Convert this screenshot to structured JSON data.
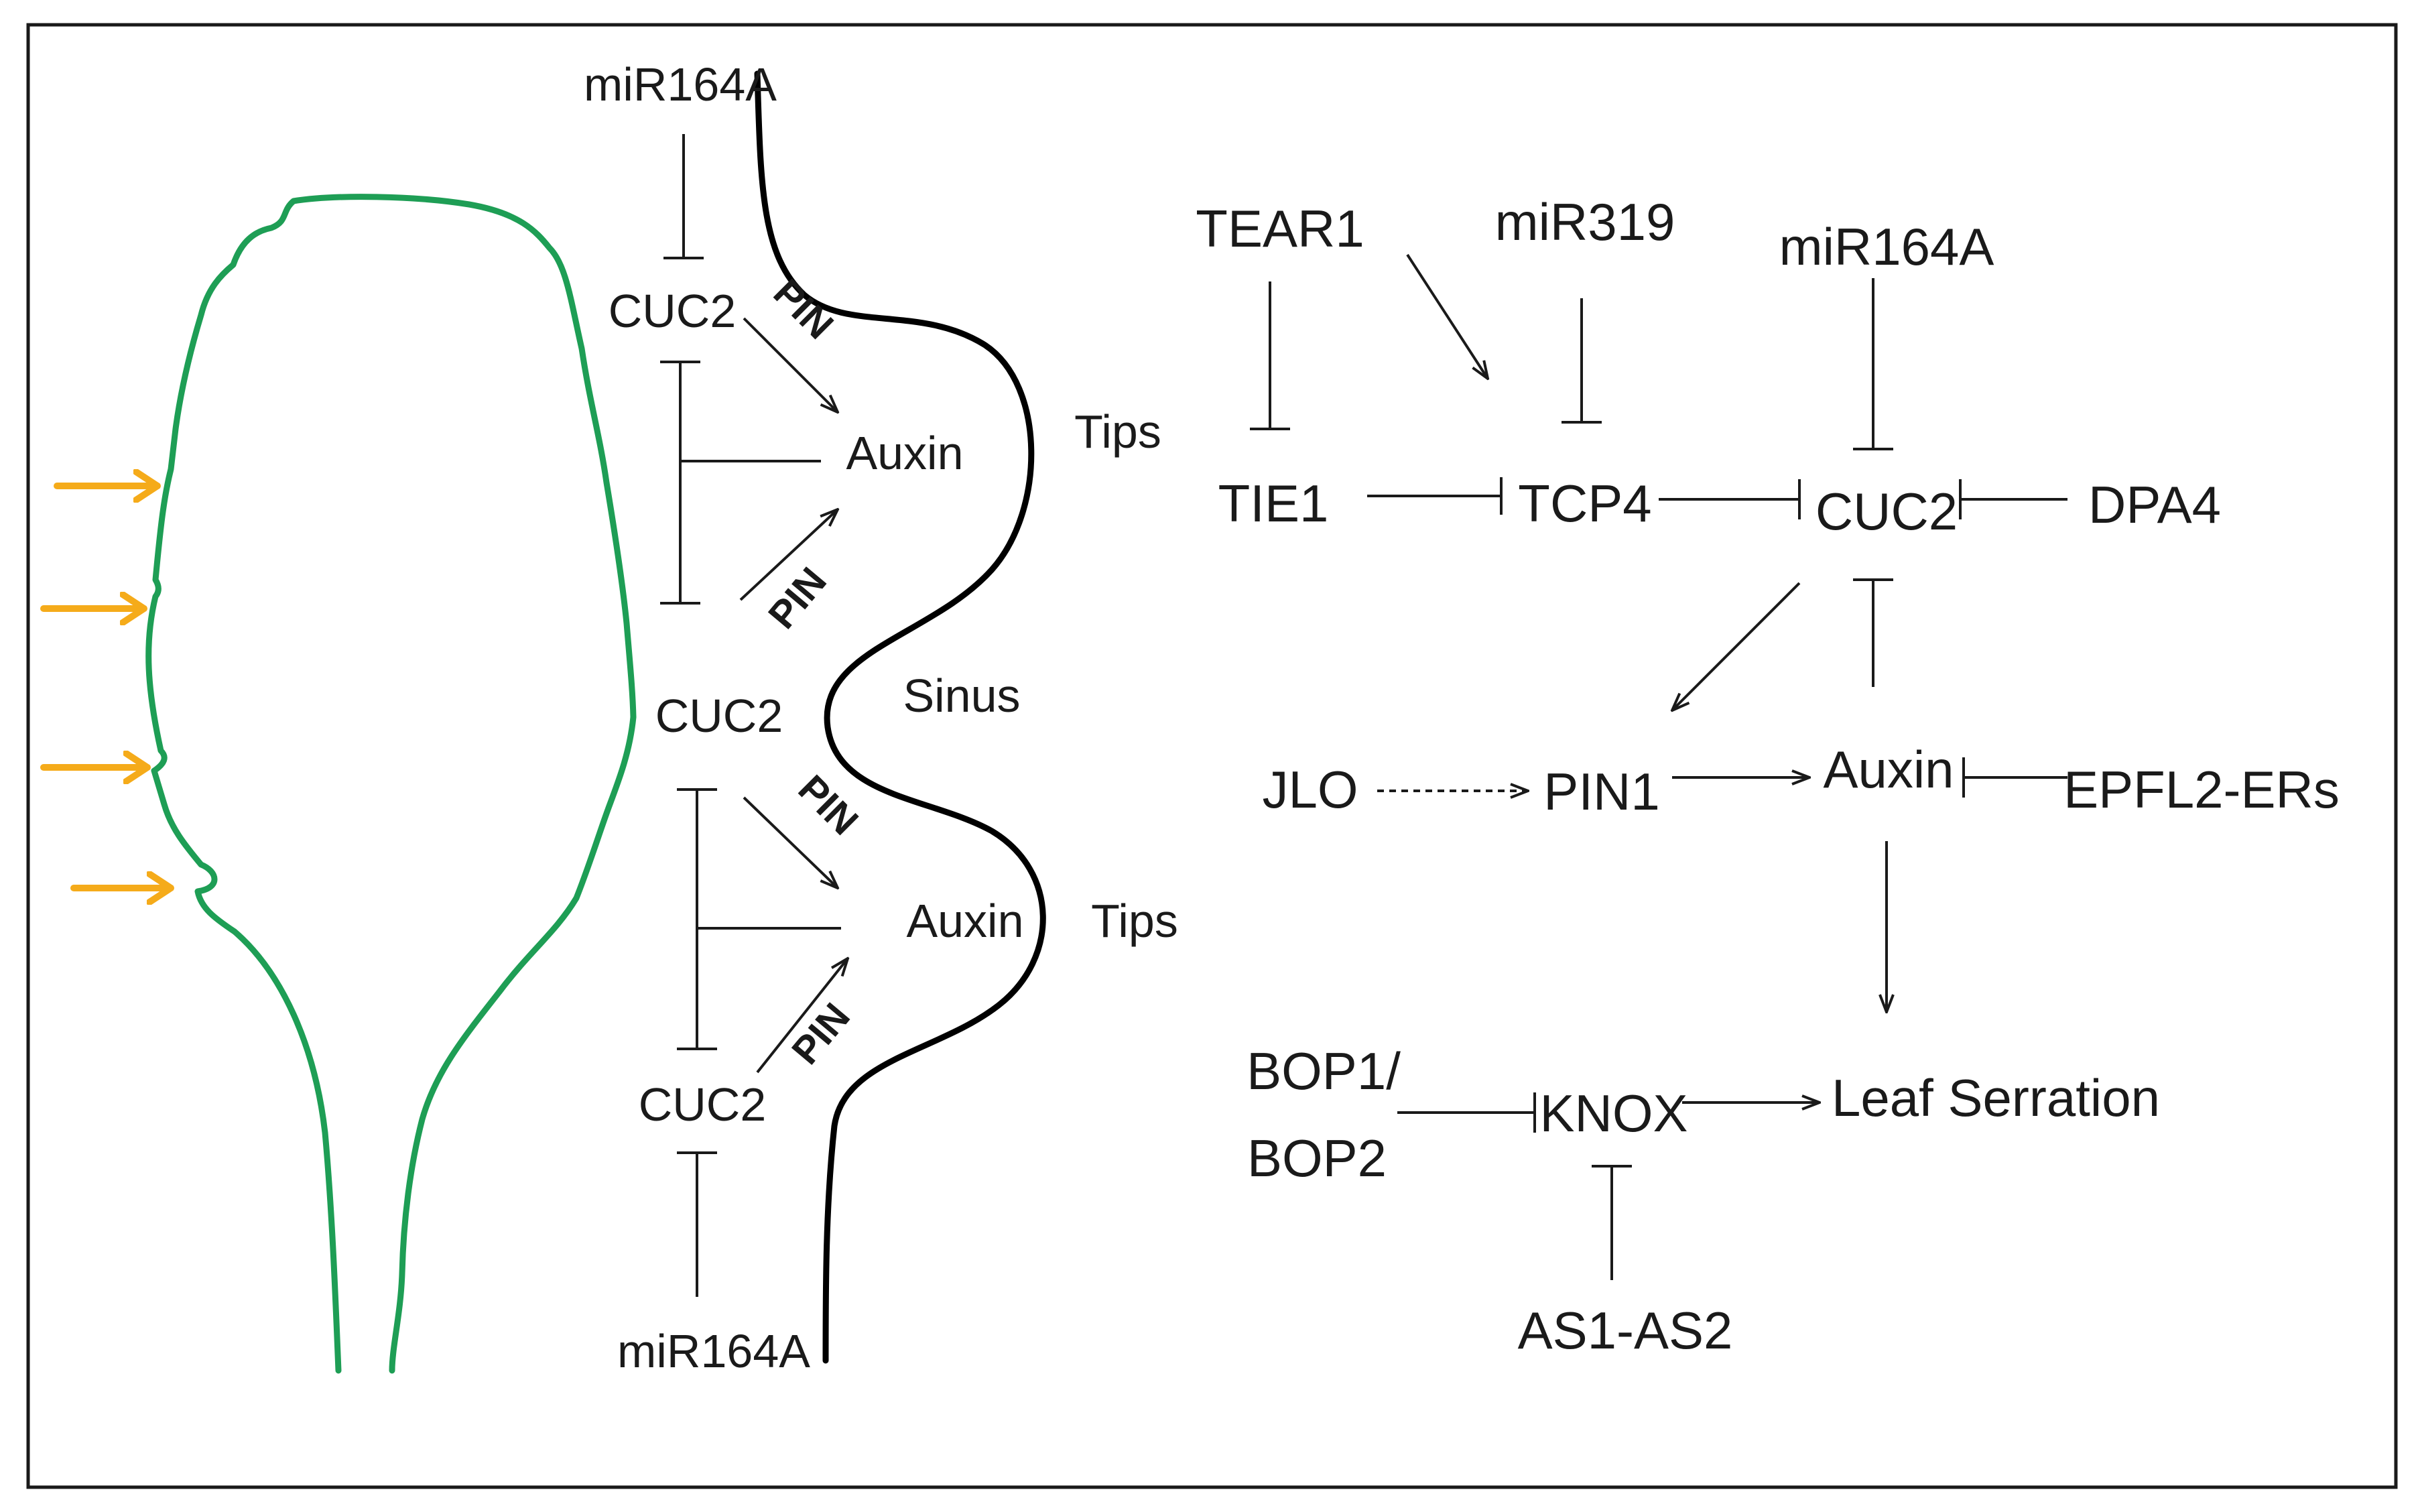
{
  "left_panel": {
    "labels": {
      "mir_top": "miR164A",
      "cuc2_top": "CUC2",
      "auxin_upper": "Auxin",
      "tips_upper": "Tips",
      "sinus": "Sinus",
      "cuc2_mid": "CUC2",
      "auxin_lower": "Auxin",
      "tips_lower": "Tips",
      "cuc2_bottom": "CUC2",
      "mir_bottom": "miR164A",
      "pin_1": "PIN",
      "pin_2": "PIN",
      "pin_3": "PIN",
      "pin_4": "PIN"
    },
    "colors": {
      "leaf_outline": "#1e9e55",
      "serration_arrows": "#f5ab1a",
      "margin_curve": "#000000"
    }
  },
  "right_panel": {
    "nodes": {
      "tear1": "TEAR1",
      "mir319": "miR319",
      "mir164a": "miR164A",
      "tie1": "TIE1",
      "tcp4": "TCP4",
      "cuc2": "CUC2",
      "dpa4": "DPA4",
      "jlo": "JLO",
      "pin1": "PIN1",
      "auxin": "Auxin",
      "epfl2": "EPFL2-ERs",
      "bop1": "BOP1/",
      "bop2": "BOP2",
      "knox": "KNOX",
      "leaf_serration": "Leaf Serration",
      "as1as2": "AS1-AS2"
    }
  }
}
